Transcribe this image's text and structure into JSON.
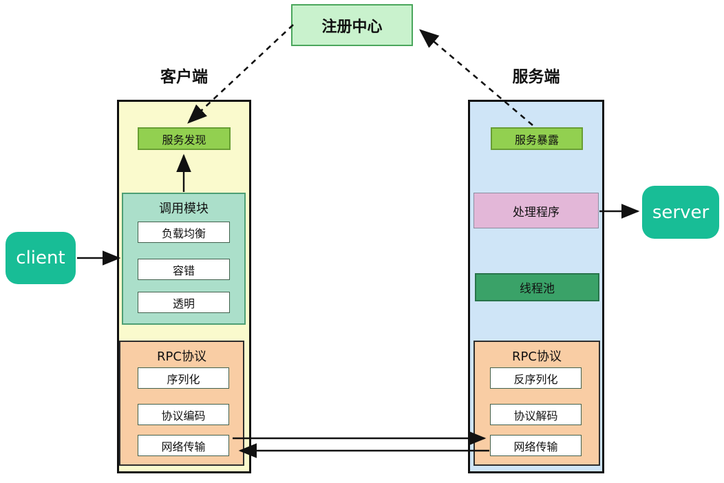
{
  "registry": {
    "label": "注册中心"
  },
  "client_side": {
    "title": "客户端",
    "service_discovery": "服务发现",
    "invoke_module": {
      "title": "调用模块",
      "items": [
        "负载均衡",
        "容错",
        "透明"
      ]
    },
    "rpc_protocol": {
      "title": "RPC协议",
      "items": [
        "序列化",
        "协议编码",
        "网络传输"
      ]
    }
  },
  "server_side": {
    "title": "服务端",
    "service_expose": "服务暴露",
    "handler": "处理程序",
    "thread_pool": "线程池",
    "rpc_protocol": {
      "title": "RPC协议",
      "items": [
        "反序列化",
        "协议解码",
        "网络传输"
      ]
    }
  },
  "nodes": {
    "client": "client",
    "server": "server"
  },
  "colors": {
    "registry_fill": "#c9f2cd",
    "registry_border": "#4aa65c",
    "client_column_fill": "#fafacd",
    "server_column_fill": "#cfe5f7",
    "service_bar_fill": "#92d050",
    "invoke_module_fill": "#abdfca",
    "rpc_protocol_fill": "#f9cda4",
    "handler_fill": "#e3b7d8",
    "thread_pool_fill": "#3aa268",
    "node_fill": "#18bd96",
    "arrow": "#111111"
  }
}
